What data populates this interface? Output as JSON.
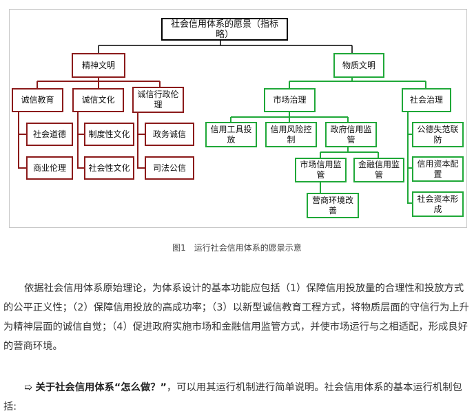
{
  "figure": {
    "root": "社会信用体系的愿景（指标略）",
    "spiritual": {
      "title": "精神文明",
      "columns": [
        {
          "title": "诚信教育",
          "items": [
            "社会道德",
            "商业伦理"
          ]
        },
        {
          "title": "诚信文化",
          "items": [
            "制度性文化",
            "社会性文化"
          ]
        },
        {
          "title": "诚信行政伦理",
          "items": [
            "政务诚信",
            "司法公信"
          ]
        }
      ]
    },
    "material": {
      "title": "物质文明",
      "market": {
        "title": "市场治理",
        "items": [
          "信用工具投放",
          "信用风险控制",
          "政府信用监管"
        ],
        "regulation": [
          "市场信用监管",
          "金融信用监管"
        ],
        "environment": "营商环境改善"
      },
      "social": {
        "title": "社会治理",
        "items": [
          "公德失范联防",
          "信用资本配置",
          "社会资本形成"
        ]
      }
    },
    "colors": {
      "spiritual": "#8b1a1a",
      "material": "#1fa838",
      "root": "#000000"
    }
  },
  "caption": "图1　运行社会信用体系的愿景示意",
  "paragraph1": "依据社会信用体系原始理论，为体系设计的基本功能应包括（1）保障信用投放量的合理性和投放方式的公平正义性；（2）保障信用投放的高成功率；（3）以新型诚信教育工程方式，将物质层面的守信行为上升为精神层面的诚信自觉；（4）促进政府实施市场和金融信用监管方式，并使市场运行与之相适配，形成良好的营商环境。",
  "paragraph2": {
    "arrow": "➯",
    "bold": "关于社会信用体系“怎么做？”",
    "rest": "，可以用其运行机制进行简单说明。社会信用体系的基本运行机制包括:"
  }
}
